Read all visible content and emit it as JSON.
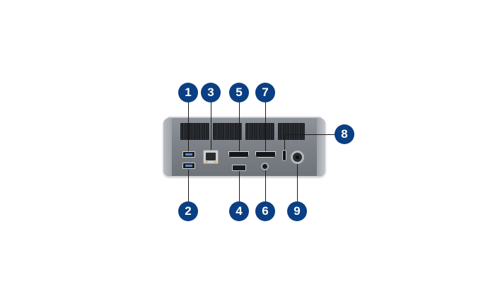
{
  "callouts": [
    {
      "number": "1",
      "port": "usb-port-upper"
    },
    {
      "number": "2",
      "port": "usb-port-lower"
    },
    {
      "number": "3",
      "port": "ethernet-port"
    },
    {
      "number": "4",
      "port": "usb-port-small"
    },
    {
      "number": "5",
      "port": "displayport"
    },
    {
      "number": "6",
      "port": "audio-jack"
    },
    {
      "number": "7",
      "port": "hdmi-port"
    },
    {
      "number": "8",
      "port": "usb-c-port"
    },
    {
      "number": "9",
      "port": "dc-power-jack"
    }
  ],
  "colors": {
    "badge": "#0a3f83",
    "badge_text": "#ffffff",
    "device_body": "#80848b",
    "leader_line": "#1b1b1b"
  }
}
